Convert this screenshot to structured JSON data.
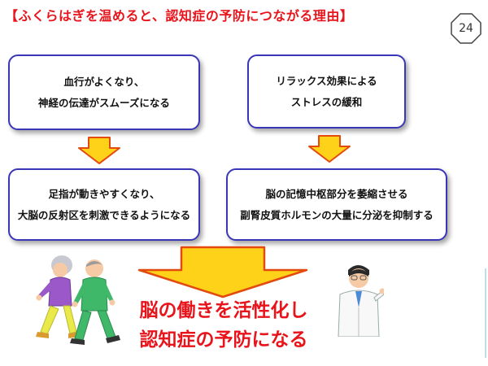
{
  "title": "【ふくらはぎを温めると、認知症の予防につながる理由】",
  "page_number": "24",
  "colors": {
    "title": "#e8141b",
    "box_border": "#3a36b8",
    "arrow_fill": "#ffd21a",
    "arrow_stroke": "#e34a0d",
    "conclusion": "#e8141b"
  },
  "left_column": {
    "box1": [
      "血行がよくなり、",
      "神経の伝達がスムーズになる"
    ],
    "box2": [
      "足指が動きやすくなり、",
      "大脳の反射区を刺激できるようになる"
    ]
  },
  "right_column": {
    "box1": [
      "リラックス効果による",
      "ストレスの緩和"
    ],
    "box2": [
      "脳の記憶中枢部分を萎縮させる",
      "副腎皮質ホルモンの大量に分泌を抑制する"
    ]
  },
  "conclusion": [
    "脳の働きを活性化し",
    "認知症の予防になる"
  ],
  "icons": {
    "walkers": "elderly-couple-walking-illustration",
    "doctor": "doctor-illustration"
  }
}
